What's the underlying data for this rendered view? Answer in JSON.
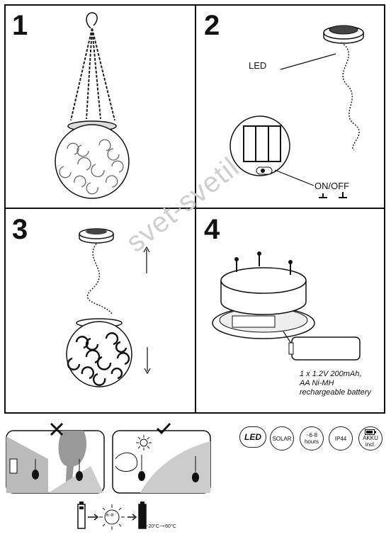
{
  "panels": {
    "p1": {
      "number": "1"
    },
    "p2": {
      "number": "2",
      "led_label": "LED",
      "switch_label": "ON/OFF"
    },
    "p3": {
      "number": "3"
    },
    "p4": {
      "number": "4",
      "battery_line1": "1 x 1.2V 200mAh,",
      "battery_line2": "AA Ni-MH",
      "battery_line3": "rechargeable battery"
    }
  },
  "watermark": "svet-svetil.si",
  "badges": {
    "led": "LED",
    "solar": "SOLAR",
    "hours_value": "~6-8",
    "hours_unit": "hours",
    "ip": "IP44",
    "akku": "AKKU",
    "akku_sub": "incl."
  },
  "charge": {
    "temp_range": "-20°C~+60°C",
    "sun_hours": "6~8"
  },
  "icons": [
    "cross-icon",
    "check-icon",
    "sun-icon",
    "battery-icon",
    "arrow-right-icon"
  ]
}
